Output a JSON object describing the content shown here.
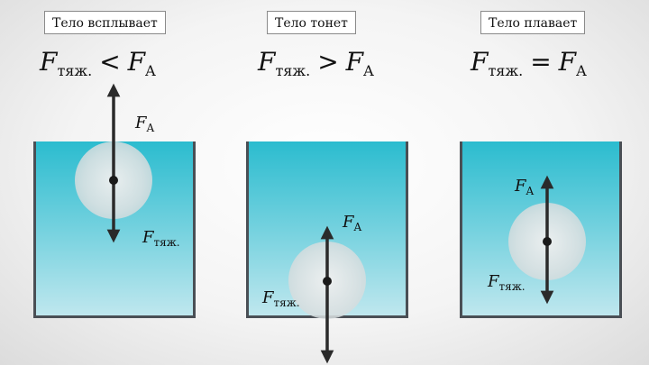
{
  "panels": [
    {
      "title": "Тело всплывает",
      "formula": {
        "lhs": "F",
        "lhs_sub": "тяж.",
        "op": "<",
        "rhs": "F",
        "rhs_sub": "A"
      },
      "label_buoyant": {
        "sym": "F",
        "sub": "A"
      },
      "label_gravity": {
        "sym": "F",
        "sub": "тяж."
      }
    },
    {
      "title": "Тело тонет",
      "formula": {
        "lhs": "F",
        "lhs_sub": "тяж.",
        "op": ">",
        "rhs": "F",
        "rhs_sub": "A"
      },
      "label_buoyant": {
        "sym": "F",
        "sub": "A"
      },
      "label_gravity": {
        "sym": "F",
        "sub": "тяж."
      }
    },
    {
      "title": "Тело плавает",
      "formula": {
        "lhs": "F",
        "lhs_sub": "тяж.",
        "op": "=",
        "rhs": "F",
        "rhs_sub": "A"
      },
      "label_buoyant": {
        "sym": "F",
        "sub": "A"
      },
      "label_gravity": {
        "sym": "F",
        "sub": "тяж."
      }
    }
  ],
  "colors": {
    "arrow": "#2a2a2a",
    "tank_border": "#4a4f55",
    "water_top": "#2bbccf",
    "water_bottom": "#bfe7ee"
  }
}
